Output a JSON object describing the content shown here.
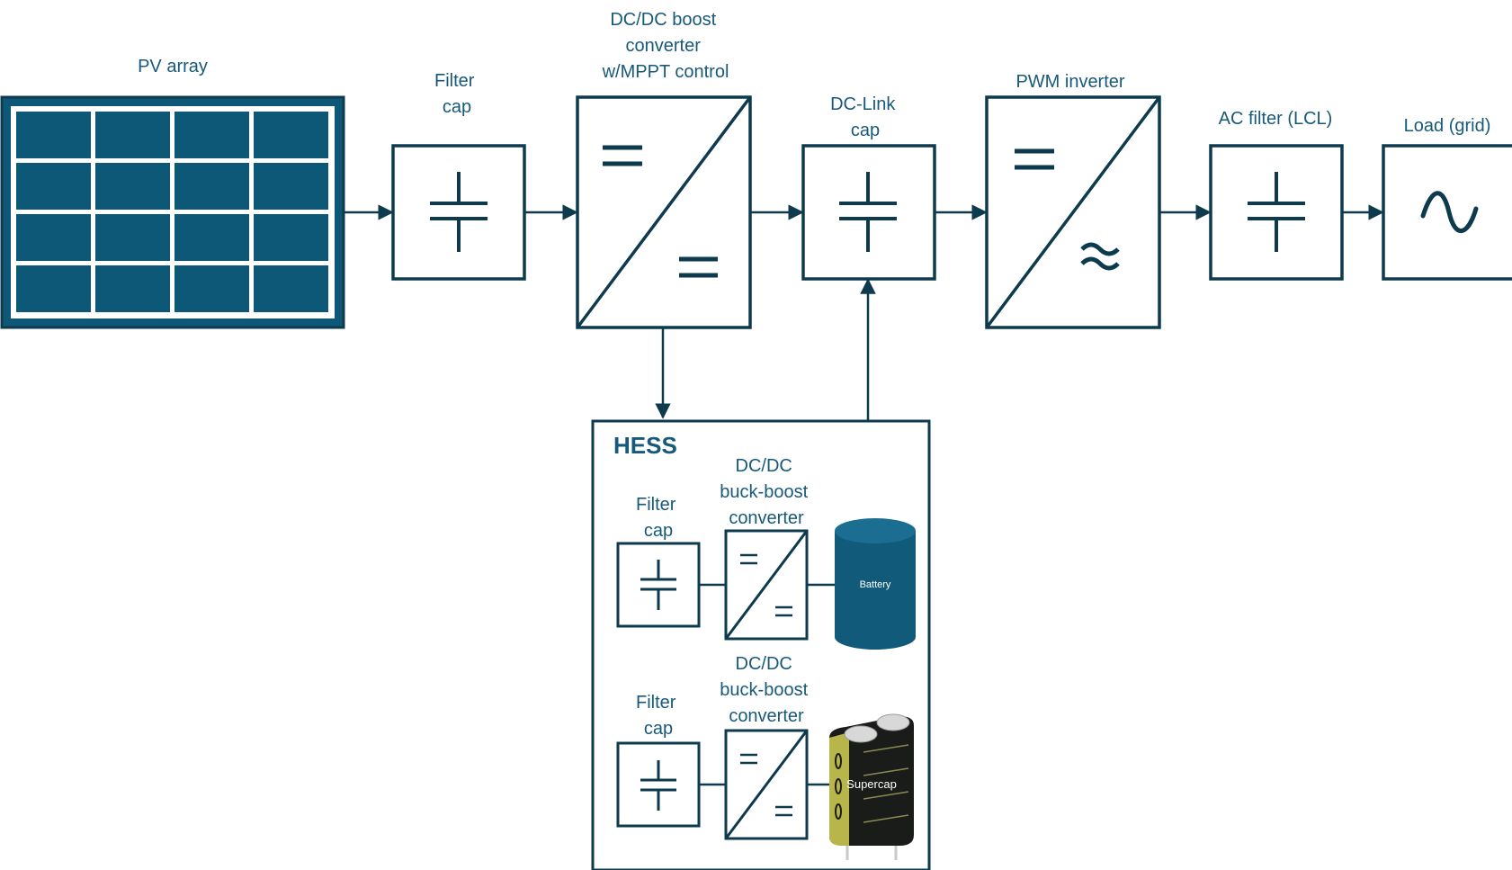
{
  "colors": {
    "stroke": "#0e3a4e",
    "label": "#17597a",
    "panel": "#0e5877",
    "battery": "#125a7a"
  },
  "pv": {
    "label": "PV array"
  },
  "filter_cap": {
    "label_lines": [
      "Filter",
      "cap"
    ]
  },
  "boost": {
    "label_lines": [
      "DC/DC boost",
      "converter",
      "w/MPPT control"
    ]
  },
  "dc_link": {
    "label_lines": [
      "DC-Link",
      "cap"
    ]
  },
  "inverter": {
    "label": "PWM inverter"
  },
  "ac_filter": {
    "label": "AC filter (LCL)"
  },
  "load": {
    "label": "Load (grid)"
  },
  "hess": {
    "title": "HESS",
    "row1": {
      "filter_label_lines": [
        "Filter",
        "cap"
      ],
      "converter_label_lines": [
        "DC/DC",
        "buck-boost",
        "converter"
      ],
      "storage_label": "Battery"
    },
    "row2": {
      "filter_label_lines": [
        "Filter",
        "cap"
      ],
      "converter_label_lines": [
        "DC/DC",
        "buck-boost",
        "converter"
      ],
      "storage_label": "Supercap"
    }
  },
  "icons": {
    "capacitor": "capacitor-icon",
    "dc_dc": "dc-dc-converter-icon",
    "dc_ac": "dc-ac-inverter-icon",
    "ac_source": "ac-sine-icon",
    "battery": "battery-icon",
    "supercap": "supercapacitor-icon"
  }
}
